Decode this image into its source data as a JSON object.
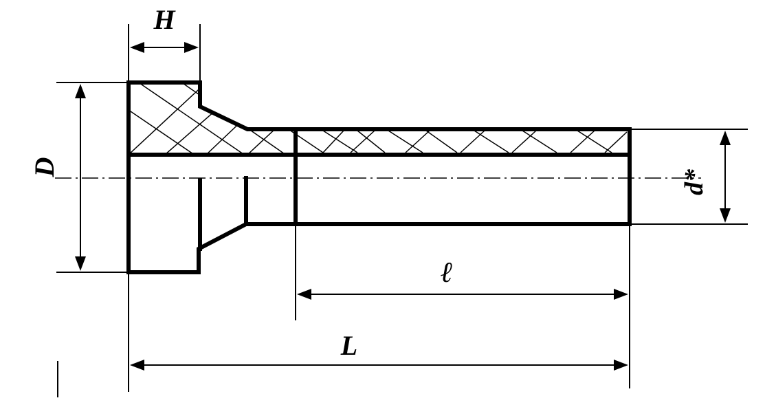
{
  "diagram": {
    "dimension_labels": {
      "head_height": "H",
      "head_diameter": "D",
      "shank_diameter": "d*",
      "shank_length": "ℓ",
      "total_length": "L"
    }
  }
}
